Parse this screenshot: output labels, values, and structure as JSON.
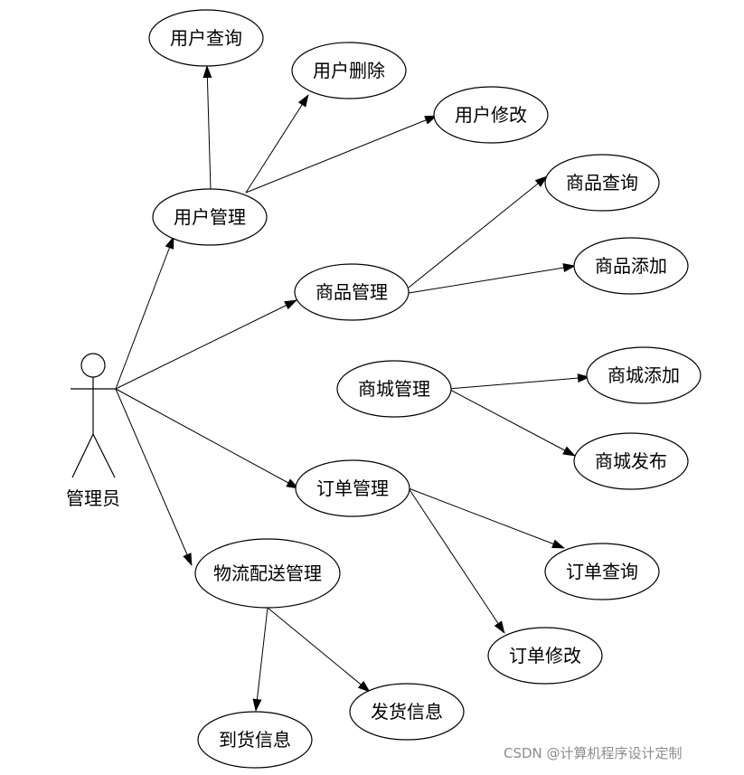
{
  "diagram": {
    "actor": {
      "label": "管理员"
    },
    "use_cases": {
      "user_mgmt": "用户管理",
      "user_query": "用户查询",
      "user_delete": "用户删除",
      "user_edit": "用户修改",
      "product_mgmt": "商品管理",
      "product_query": "商品查询",
      "product_add": "商品添加",
      "mall_mgmt": "商城管理",
      "mall_add": "商城添加",
      "mall_publish": "商城发布",
      "order_mgmt": "订单管理",
      "order_query": "订单查询",
      "order_edit": "订单修改",
      "logistics_mgmt": "物流配送管理",
      "arrival_info": "到货信息",
      "shipping_info": "发货信息"
    }
  },
  "watermark": "CSDN @计算机程序设计定制"
}
